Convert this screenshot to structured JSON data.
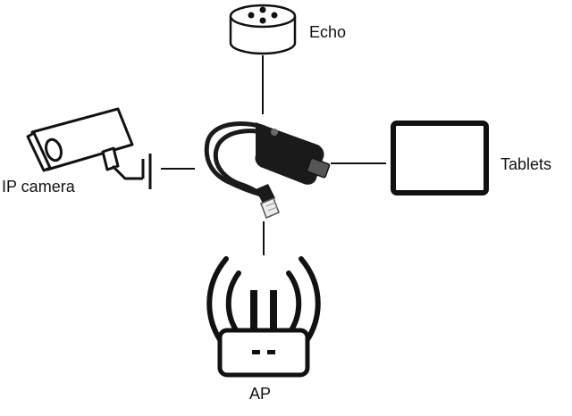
{
  "nodes": {
    "echo": {
      "label": "Echo",
      "icon": "smart-speaker-icon"
    },
    "camera": {
      "label": "IP camera",
      "icon": "ip-camera-icon"
    },
    "tablets": {
      "label": "Tablets",
      "icon": "tablet-icon"
    },
    "ap": {
      "label": "AP",
      "icon": "wifi-router-icon"
    },
    "hub": {
      "icon": "poe-splitter-icon"
    }
  },
  "colors": {
    "line": "#111111",
    "device_body": "#1a1a1a",
    "background": "#ffffff"
  }
}
